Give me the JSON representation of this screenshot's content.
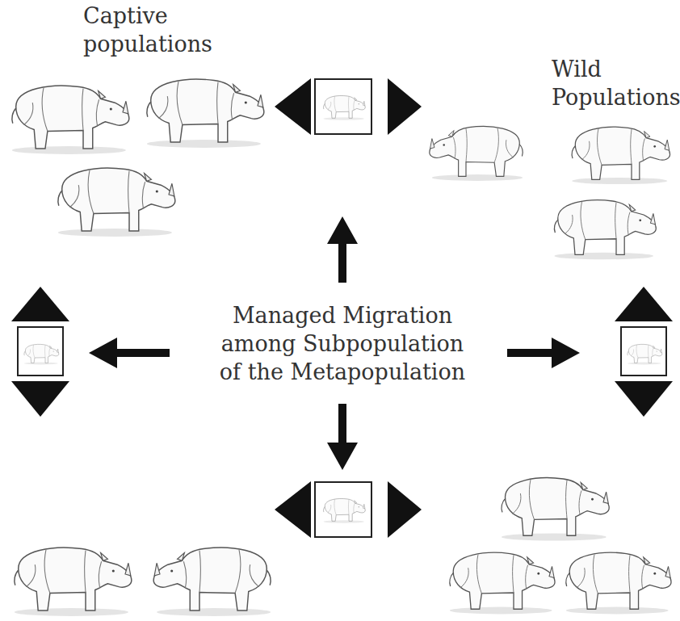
{
  "diagram": {
    "labels": [
      "Captive populations",
      "Wild Populations",
      "Managed Migration among Subpopulation of the Metapopulation"
    ]
  }
}
